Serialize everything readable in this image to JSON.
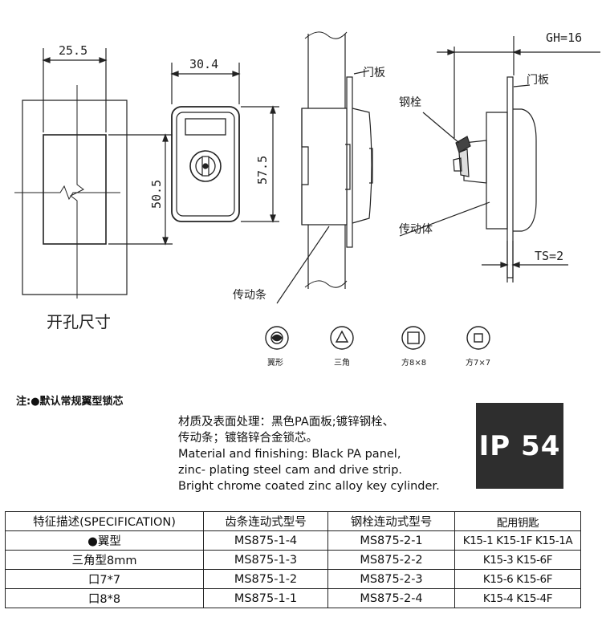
{
  "drawing": {
    "cutout": {
      "dim_width": "25.5",
      "dim_height": "50.5",
      "caption": "开孔尺寸"
    },
    "front": {
      "dim_width": "30.4",
      "dim_height": "57.5"
    },
    "side1": {
      "label_panel": "门板",
      "label_strip": "传动条"
    },
    "side2": {
      "label_gh": "GH=16",
      "label_panel": "门板",
      "label_bolt": "钢栓",
      "label_body": "传动体",
      "label_ts": "TS=2"
    }
  },
  "cores": [
    {
      "icon": "wing-core-icon",
      "label": "翼形"
    },
    {
      "icon": "triangle-core-icon",
      "label": "三角"
    },
    {
      "icon": "square-8-core-icon",
      "label": "方8×8"
    },
    {
      "icon": "square-7-core-icon",
      "label": "方7×7"
    }
  ],
  "note": "注:●默认常规翼型锁芯",
  "material": {
    "cn_line1": "材质及表面处理：黑色PA面板;镀锌钢栓、",
    "cn_line2": "传动条；镀铬锌合金锁芯。",
    "en_line1": "Material and finishing: Black PA panel,",
    "en_line2": "zinc- plating steel cam and drive strip.",
    "en_line3": "Bright chrome coated zinc alloy key cylinder."
  },
  "rating": "IP 54",
  "table": {
    "headers": [
      "特征描述(SPECIFICATION)",
      "齿条连动式型号",
      "钢栓连动式型号",
      "配用钥匙"
    ],
    "rows": [
      [
        "●翼型",
        "MS875-1-4",
        "MS875-2-1",
        "K15-1 K15-1F K15-1A"
      ],
      [
        "三角型8mm",
        "MS875-1-3",
        "MS875-2-2",
        "K15-3  K15-6F"
      ],
      [
        "口7*7",
        "MS875-1-2",
        "MS875-2-3",
        "K15-6  K15-6F"
      ],
      [
        "口8*8",
        "MS875-1-1",
        "MS875-2-4",
        "K15-4  K15-4F"
      ]
    ]
  },
  "colors": {
    "line": "#222222",
    "ip_bg": "#2e2e2e"
  }
}
